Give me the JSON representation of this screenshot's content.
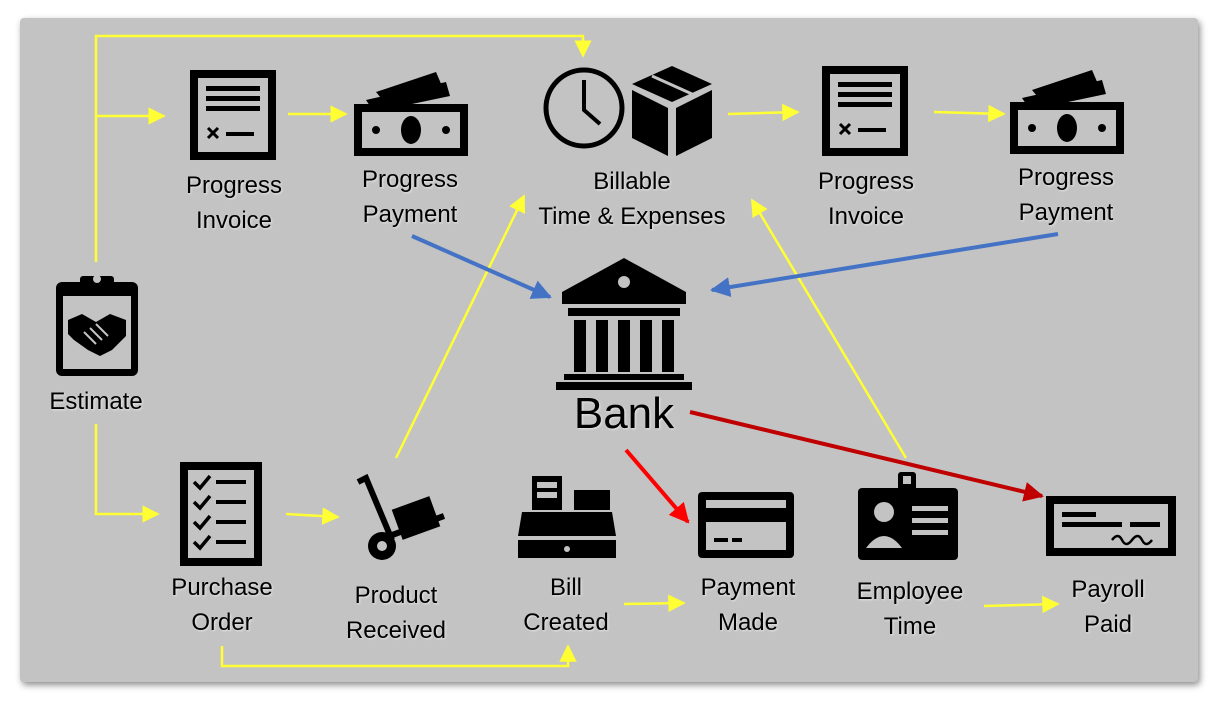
{
  "nodes": {
    "estimate": {
      "label": "Estimate"
    },
    "progress_invoice_1": {
      "line1": "Progress",
      "line2": "Invoice"
    },
    "progress_payment_1": {
      "line1": "Progress",
      "line2": "Payment"
    },
    "billable": {
      "line1": "Billable",
      "line2": "Time & Expenses"
    },
    "progress_invoice_2": {
      "line1": "Progress",
      "line2": "Invoice"
    },
    "progress_payment_2": {
      "line1": "Progress",
      "line2": "Payment"
    },
    "bank": {
      "label": "Bank"
    },
    "purchase_order": {
      "line1": "Purchase",
      "line2": "Order"
    },
    "product_received": {
      "line1": "Product",
      "line2": "Received"
    },
    "bill_created": {
      "line1": "Bill",
      "line2": "Created"
    },
    "payment_made": {
      "line1": "Payment",
      "line2": "Made"
    },
    "employee_time": {
      "line1": "Employee",
      "line2": "Time"
    },
    "payroll_paid": {
      "line1": "Payroll",
      "line2": "Paid"
    }
  },
  "icons": {
    "estimate": "clipboard-handshake-icon",
    "progress_invoice": "invoice-document-icon",
    "progress_payment": "cash-bills-icon",
    "billable_time": "clock-icon",
    "billable_expenses": "box-icon",
    "bank": "bank-building-icon",
    "purchase_order": "checklist-icon",
    "product_received": "hand-truck-icon",
    "bill_created": "cash-register-icon",
    "payment_made": "credit-card-icon",
    "employee_time": "id-badge-icon",
    "payroll_paid": "paycheck-icon"
  },
  "colors": {
    "background": "#c3c3c3",
    "flow_arrow": "#ffff33",
    "deposit_arrow": "#4472c4",
    "payment_arrow": "#ff0000",
    "payroll_arrow": "#c00000"
  }
}
